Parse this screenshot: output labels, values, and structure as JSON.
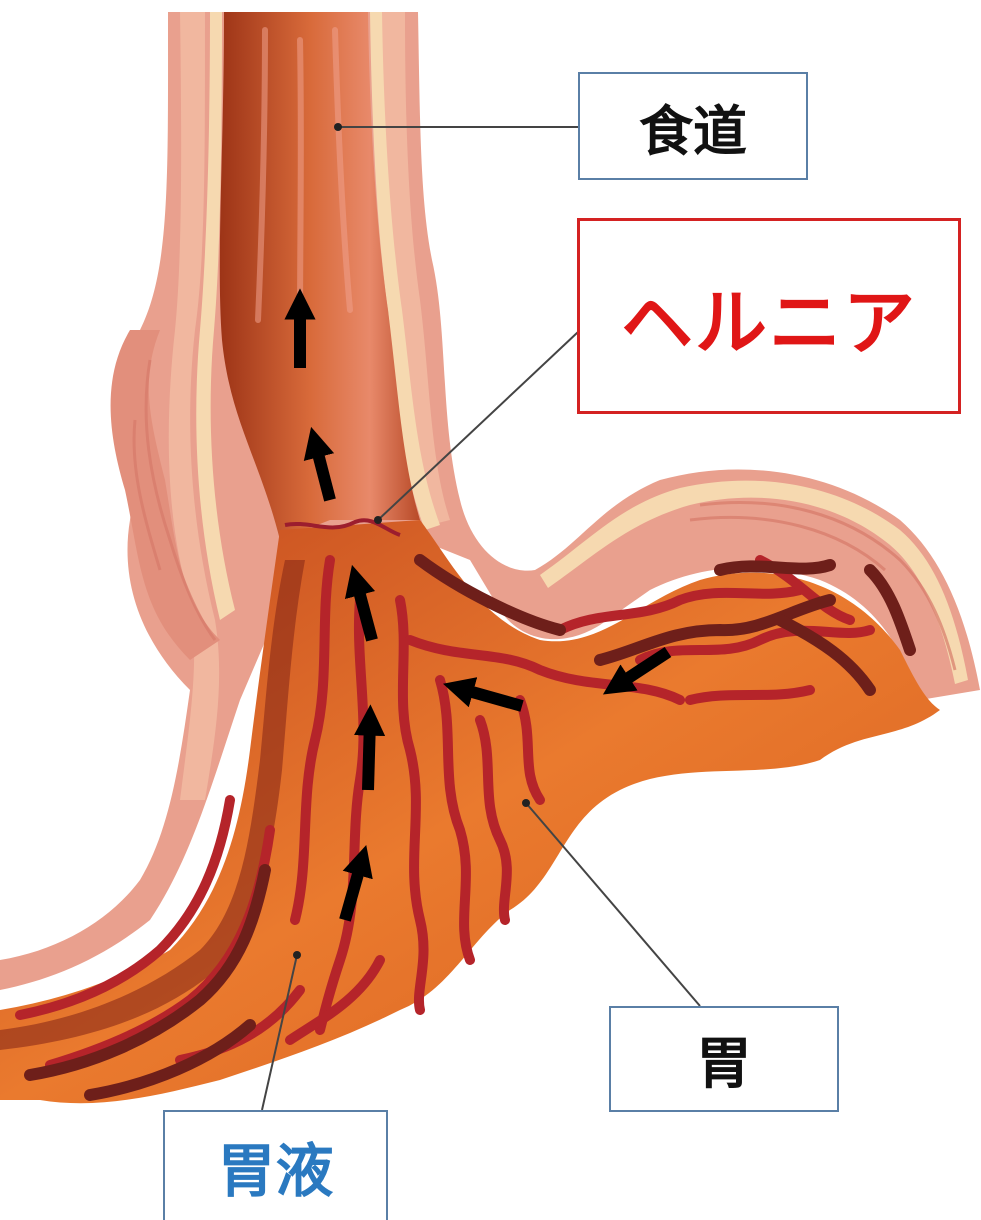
{
  "labels": {
    "esophagus": "食道",
    "hernia": "ヘルニア",
    "stomach": "胃",
    "gastric_acid": "胃液"
  },
  "colors": {
    "hernia_text": "#e01616",
    "hernia_border": "#d42222",
    "gastric_acid_text": "#2a79c0",
    "label_border": "#5a7fa6",
    "tissue_outer": "#e9a08e",
    "tissue_cream": "#f6d9b0",
    "lumen_dark": "#b5421c",
    "stomach_orange": "#e8752b",
    "fold_red": "#b5242a",
    "fold_maroon": "#6e1f1a"
  },
  "icons": [
    "reflux-arrow-icon"
  ]
}
